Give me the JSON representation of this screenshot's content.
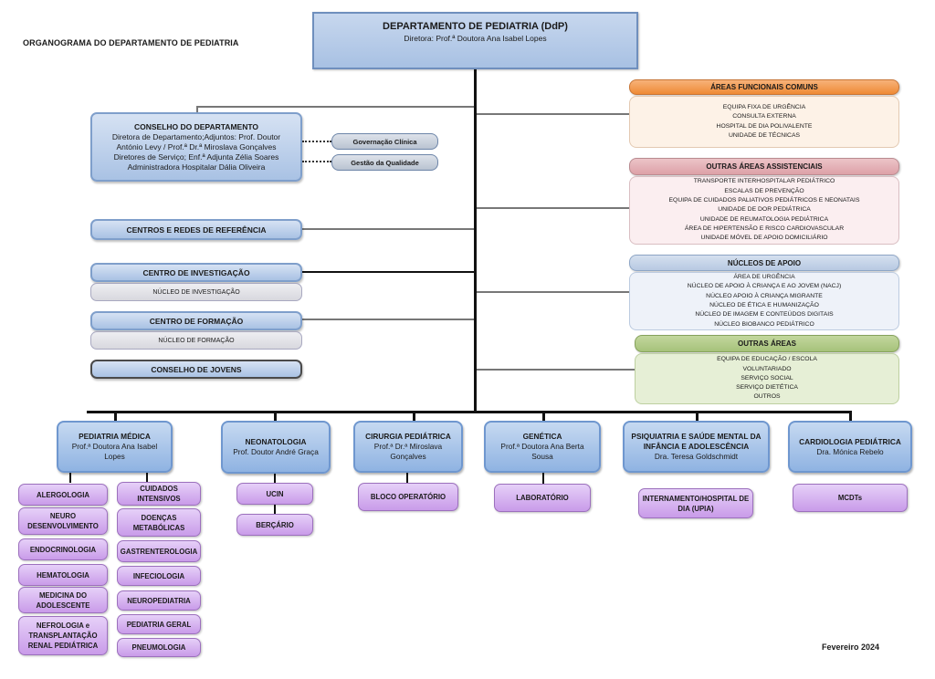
{
  "page_title": "ORGANOGRAMA  DO DEPARTAMENTO DE PEDIATRIA",
  "footer_date": "Fevereiro 2024",
  "root": {
    "title": "DEPARTAMENTO DE PEDIATRIA (DdP)",
    "subtitle": "Diretora: Prof.ª Doutora Ana Isabel Lopes"
  },
  "left": {
    "conselho": {
      "title": "CONSELHO DO DEPARTAMENTO",
      "lines": [
        "Diretora de Departamento;Adjuntos: Prof. Doutor",
        "António Levy / Prof.ª Dr.ª Miroslava Gonçalves",
        "Diretores de Serviço; Enf.ª Adjunta Zélia Soares",
        "Administradora Hospitalar Dália Oliveira"
      ]
    },
    "pills": [
      "Governação Clínica",
      "Gestão da Qualidade"
    ],
    "centros_redes": "CENTROS E REDES  DE REFERÊNCIA",
    "centro_investigacao": "CENTRO DE INVESTIGAÇÃO",
    "nucleo_investigacao": "NÚCLEO DE INVESTIGAÇÃO",
    "centro_formacao": "CENTRO DE FORMAÇÃO",
    "nucleo_formacao": "NÚCLEO DE FORMAÇÃO",
    "conselho_jovens": "CONSELHO DE JOVENS"
  },
  "right": {
    "areas_funcionais": {
      "title": "ÁREAS FUNCIONAIS COMUNS",
      "color": "#ef8a35",
      "items": [
        "EQUIPA FIXA DE URGÊNCIA",
        "CONSULTA EXTERNA",
        "HOSPITAL DE DIA POLIVALENTE",
        "UNIDADE DE TÉCNICAS"
      ]
    },
    "outras_assistenciais": {
      "title": "OUTRAS ÁREAS ASSISTENCIAIS",
      "color": "#dda1a7",
      "items": [
        "TRANSPORTE INTERHOSPITALAR PEDIÁTRICO",
        "ESCALAS DE PREVENÇÃO",
        "EQUIPA DE CUIDADOS PALIATIVOS PEDIÁTRICOS E NEONATAIS",
        "UNIDADE DE DOR PEDIÁTRICA",
        "UNIDADE DE REUMATOLOGIA PEDIÁTRICA",
        "ÁREA DE HIPERTENSÃO E RISCO CARDIOVASCULAR",
        "UNIDADE MÓVEL DE APOIO DOMICILIÁRIO"
      ]
    },
    "nucleos_apoio": {
      "title": "NÚCLEOS DE APOIO",
      "color": "#b7c9e2",
      "items": [
        "ÁREA DE URGÊNCIA",
        "NÚCLEO DE APOIO À CRIANÇA E AO JOVEM (NACJ)",
        "NÚCLEO APOIO À CRIANÇA MIGRANTE",
        "NÚCLEO DE ÉTICA E HUMANIZAÇÃO",
        "NÚCLEO DE IMAGEM E CONTEÚDOS DIGITAIS",
        "NÚCLEO BIOBANCO PEDIÁTRICO"
      ]
    },
    "outras_areas": {
      "title": "OUTRAS ÁREAS",
      "color": "#a6c27a",
      "items": [
        "EQUIPA DE EDUCAÇÃO / ESCOLA",
        "VOLUNTARIADO",
        "SERVIÇO SOCIAL",
        "SERVIÇO DIETÉTICA",
        "OUTROS"
      ]
    }
  },
  "services": [
    {
      "title": "PEDIATRIA MÉDICA",
      "head": "Prof.ª Doutora Ana Isabel Lopes",
      "units_left": [
        "ALERGOLOGIA",
        "NEURO DESENVOLVIMENTO",
        "ENDOCRINOLOGIA",
        "HEMATOLOGIA",
        "MEDICINA DO ADOLESCENTE",
        "NEFROLOGIA e TRANSPLANTAÇÃO RENAL PEDIÁTRICA"
      ],
      "units_right": [
        "CUIDADOS INTENSIVOS",
        "DOENÇAS METABÓLICAS",
        "GASTRENTEROLOGIA",
        "INFECIOLOGIA",
        "NEUROPEDIATRIA",
        "PEDIATRIA GERAL",
        "PNEUMOLOGIA"
      ]
    },
    {
      "title": "NEONATOLOGIA",
      "head": "Prof. Doutor André Graça",
      "units": [
        "UCIN",
        "BERÇÁRIO"
      ]
    },
    {
      "title": "CIRURGIA PEDIÁTRICA",
      "head": "Prof.ª Dr.ª Miroslava Gonçalves",
      "units": [
        "BLOCO OPERATÓRIO"
      ]
    },
    {
      "title": "GENÉTICA",
      "head": "Prof.ª Doutora Ana Berta Sousa",
      "units": [
        "LABORATÓRIO"
      ]
    },
    {
      "title": "PSIQUIATRIA E SAÚDE MENTAL DA INFÂNCIA E ADOLESCÊNCIA",
      "head": "Dra. Teresa Goldschmidt",
      "units": [
        "INTERNAMENTO/HOSPITAL DE  DIA (UPIA)"
      ]
    },
    {
      "title": "CARDIOLOGIA PEDIÁTRICA",
      "head": "Dra. Mónica Rebelo",
      "units": [
        "MCDTs"
      ]
    }
  ]
}
